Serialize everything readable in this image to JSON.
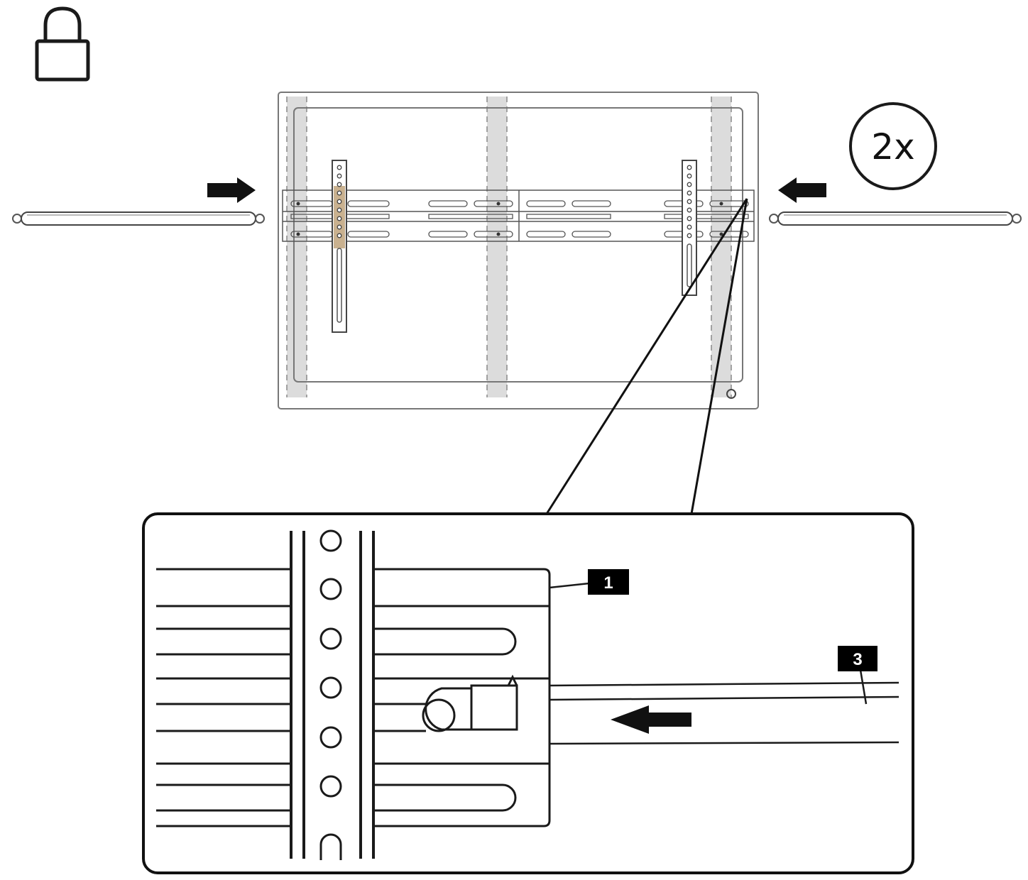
{
  "header": {
    "lock_icon": "padlock-icon",
    "multiplier": "2x"
  },
  "callouts": {
    "part_1": "1",
    "part_3": "3"
  },
  "colors": {
    "line": "#1a1a1a",
    "stud_shade": "#dcdcdc",
    "bracket_highlight": "#c9b18f",
    "label_bg": "#000000"
  }
}
